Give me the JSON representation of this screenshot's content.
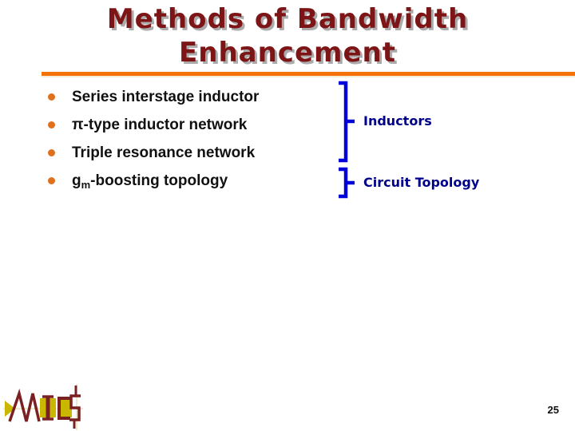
{
  "slide": {
    "title": {
      "line1": "Methods of Bandwidth",
      "line2": "Enhancement"
    },
    "bullets": [
      {
        "text": "Series interstage inductor"
      },
      {
        "text": "π-type inductor network"
      },
      {
        "text": "Triple resonance network"
      },
      {
        "pre": "g",
        "sub": "m",
        "post": "-boosting topology"
      }
    ],
    "annotations": [
      {
        "label": "Inductors"
      },
      {
        "label": "Circuit Topology"
      }
    ],
    "footer": {
      "logo": "MICS",
      "page_number": "25"
    },
    "colors": {
      "title_maroon": "#7D1517",
      "title_shadow": "#ABABAB",
      "rule_orange": "#F47206",
      "bullet_orange": "#E0711C",
      "bracket_blue": "#0000D8",
      "label_navy": "#00008B",
      "logo_maroon": "#7A2023",
      "logo_yellow": "#C9B702"
    }
  }
}
